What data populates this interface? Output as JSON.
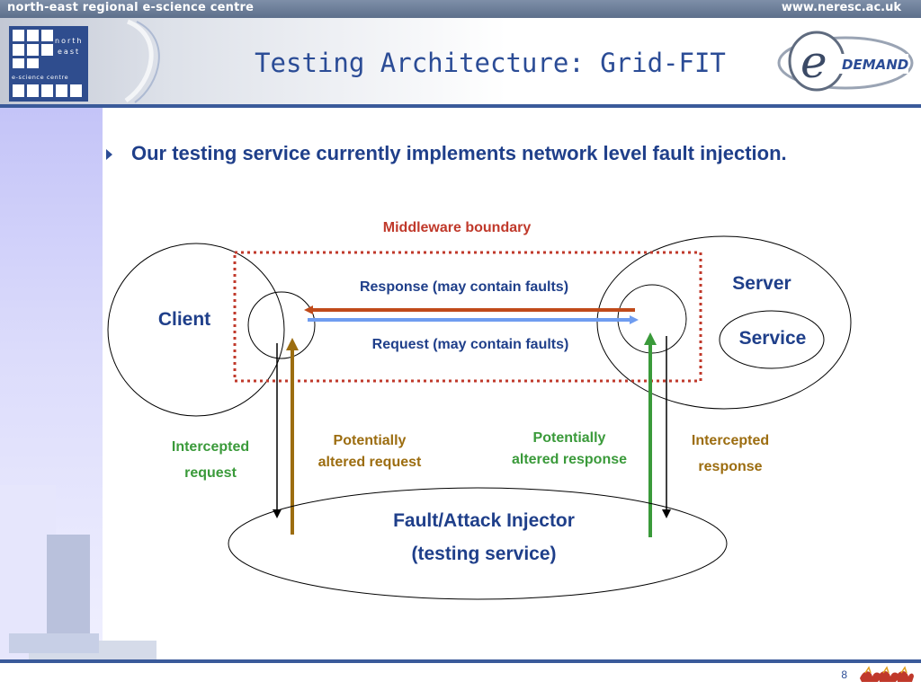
{
  "top_bar": {
    "left_text": "north-east regional e-science centre",
    "right_text": "www.neresc.ac.uk"
  },
  "logo_left": {
    "lines": [
      "north",
      "east",
      "e-science centre"
    ]
  },
  "logo_right": {
    "text": "DEMAND",
    "letter": "e"
  },
  "title": "Testing Architecture: Grid-FIT",
  "bullet": "Our testing service currently implements network level fault injection.",
  "diagram": {
    "boundary_label": "Middleware boundary",
    "response_label": "Response (may contain faults)",
    "request_label": "Request (may contain faults)",
    "client_label": "Client",
    "server_label": "Server",
    "service_label": "Service",
    "injector_line1": "Fault/Attack Injector",
    "injector_line2": "(testing service)",
    "intercepted_request_1": "Intercepted",
    "intercepted_request_2": "request",
    "altered_request_1": "Potentially",
    "altered_request_2": "altered request",
    "altered_response_1": "Potentially",
    "altered_response_2": "altered response",
    "intercepted_response_1": "Intercepted",
    "intercepted_response_2": "response"
  },
  "colors": {
    "title": "#2b4c96",
    "bullet_text": "#1f3f8a",
    "boundary": "#c0392b",
    "response_arrow": "#c04a1a",
    "request_arrow": "#6f9cf0",
    "green": "#3a9a3a",
    "brown": "#9c6d10",
    "label_blue": "#1f3f8a"
  },
  "page_number": "8"
}
